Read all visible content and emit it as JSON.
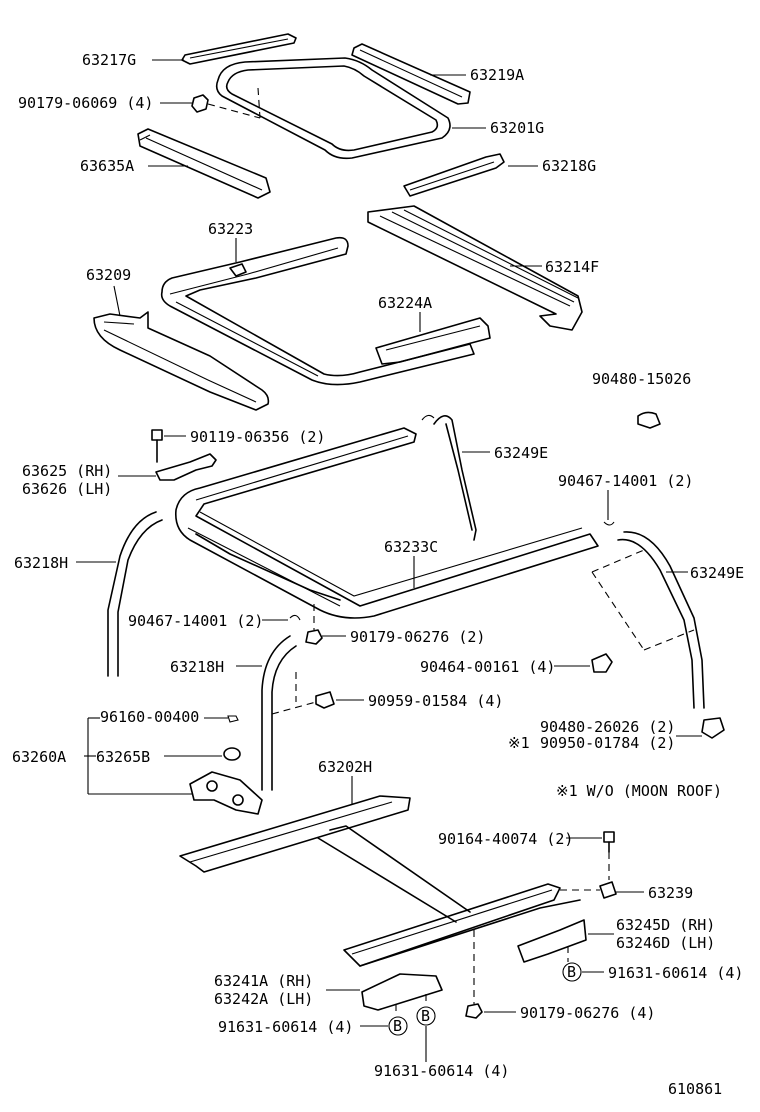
{
  "labels": {
    "p63217G": "63217G",
    "p63219A": "63219A",
    "p90179_06069": "90179-06069 (4)",
    "p63201G": "63201G",
    "p63635A": "63635A",
    "p63218G": "63218G",
    "p63223": "63223",
    "p63214F": "63214F",
    "p63209": "63209",
    "p63224A": "63224A",
    "p90480_15026": "90480-15026",
    "p90119_06356": "90119-06356 (2)",
    "p63249E_top": "63249E",
    "p63625": "63625 (RH)",
    "p63626": "63626 (LH)",
    "p90467_14001_r": "90467-14001 (2)",
    "p63218H_left": "63218H",
    "p63233C": "63233C",
    "p63249E_right": "63249E",
    "p90467_14001_l": "90467-14001 (2)",
    "p90179_06276_mid": "90179-06276 (2)",
    "p90464_00161": "90464-00161 (4)",
    "p63218H_mid": "63218H",
    "p90959_01584": "90959-01584 (4)",
    "p96160_00400": "96160-00400",
    "p63260A": "63260A",
    "p63265B": "63265B",
    "p90480_26026": "90480-26026 (2)",
    "p90950_01784": "90950-01784 (2)",
    "mark1": "※1",
    "p63202H": "63202H",
    "note": "※1 W/O (MOON ROOF)",
    "p90164_40074": "90164-40074 (2)",
    "p63239": "63239",
    "p63245D": "63245D (RH)",
    "p63246D": "63246D (LH)",
    "p91631_60614_r": "91631-60614 (4)",
    "p63241A": "63241A (RH)",
    "p63242A": "63242A (LH)",
    "p91631_60614_l": "91631-60614 (4)",
    "p90179_06276_bot": "90179-06276 (4)",
    "p91631_60614_b": "91631-60614 (4)",
    "circB": "B",
    "drawing_no": "610861"
  }
}
